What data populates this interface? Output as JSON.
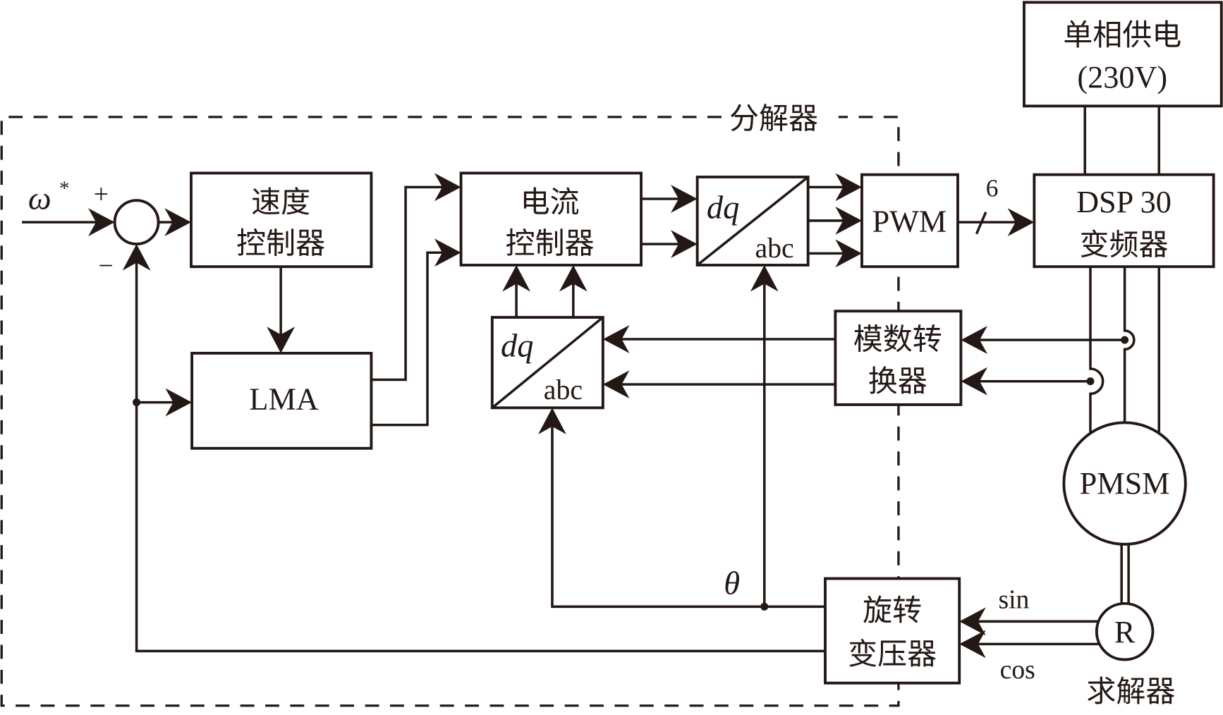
{
  "diagram": {
    "type": "block-diagram",
    "colors": {
      "ink": "#231815",
      "background": "#ffffff"
    },
    "dashed_region": {
      "label": "分解器"
    },
    "blocks": {
      "power_supply": {
        "line1": "单相供电",
        "line2": "(230V)"
      },
      "dsp_inverter": {
        "line1": "DSP 30",
        "line2": "变频器"
      },
      "speed_controller": {
        "line1": "速度",
        "line2": "控制器"
      },
      "lma": {
        "label": "LMA"
      },
      "current_controller": {
        "line1": "电流",
        "line2": "控制器"
      },
      "dq_abc_forward": {
        "top": "dq",
        "bottom": "abc"
      },
      "pwm": {
        "label": "PWM"
      },
      "dq_abc_feedback": {
        "top": "dq",
        "bottom": "abc"
      },
      "adc": {
        "line1": "模数转",
        "line2": "换器"
      },
      "rotary_transformer": {
        "line1": "旋转",
        "line2": "变压器"
      },
      "motor": {
        "label": "PMSM"
      },
      "resolver": {
        "label": "R",
        "caption": "求解器"
      }
    },
    "signals": {
      "reference": "ω",
      "reference_sup": "*",
      "plus": "+",
      "minus": "−",
      "angle": "θ",
      "pwm_bus_count": "6",
      "sin": "sin",
      "cos": "cos"
    }
  }
}
